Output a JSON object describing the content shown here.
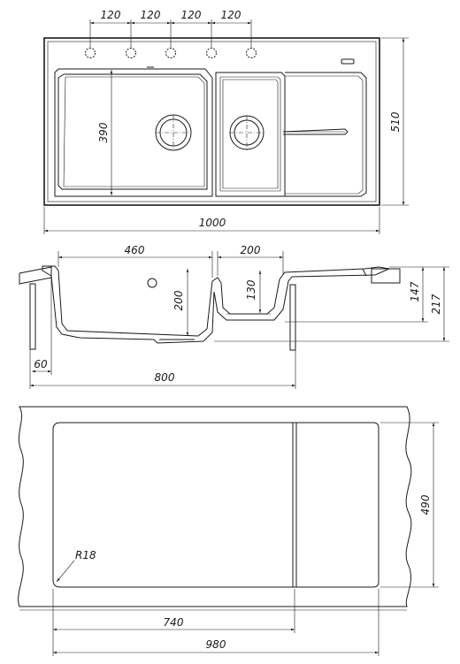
{
  "top_view": {
    "tap_spacing": [
      "120",
      "120",
      "120",
      "120"
    ],
    "bowl_depth": "390",
    "overall_depth": "510",
    "overall_width": "1000"
  },
  "section_view": {
    "main_bowl_width": "460",
    "small_bowl_width": "200",
    "main_bowl_depth": "200",
    "small_bowl_depth": "130",
    "drainer_height": "147",
    "total_height": "217",
    "edge_offset": "60",
    "cabinet_width": "800"
  },
  "cutout_view": {
    "cutout_depth": "490",
    "corner_radius": "R18",
    "bowl_cutout_width": "740",
    "cutout_width": "980"
  }
}
